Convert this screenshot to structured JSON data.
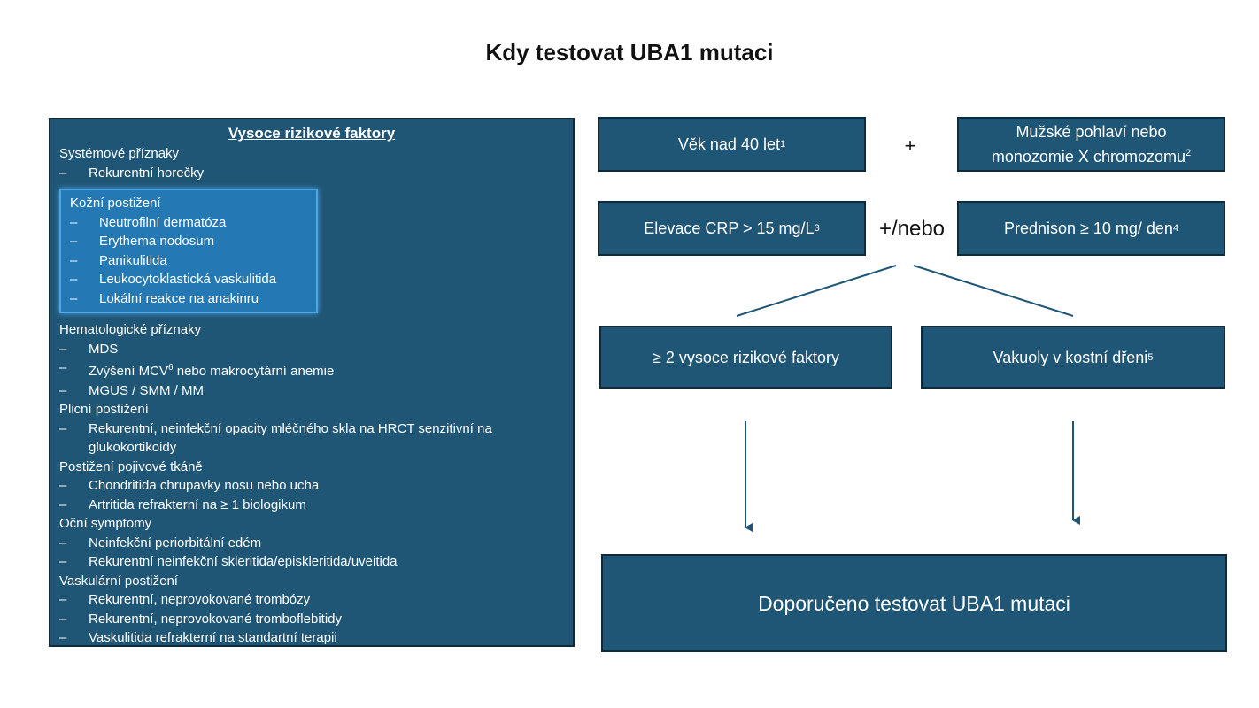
{
  "title": "Kdy testovat UBA1 mutaci",
  "risk_panel": {
    "heading": "Vysoce rizikové faktory",
    "dash": "–",
    "systemic": {
      "label": "Systémové příznaky",
      "items": [
        "Rekurentní horečky"
      ]
    },
    "skin": {
      "label": "Kožní postižení",
      "items": [
        "Neutrofilní dermatóza",
        "Erythema nodosum",
        "Panikulitida",
        "Leukocytoklastická vaskulitida",
        "Lokální reakce na anakinru"
      ]
    },
    "hematologic": {
      "label": "Hematologické příznaky",
      "item1": "MDS",
      "item2_before": "Zvýšení MCV",
      "item2_sup": "6",
      "item2_after": " nebo makrocytární anemie",
      "item3": "MGUS / SMM / MM"
    },
    "pulmonary": {
      "label": "Plicní postižení",
      "items": [
        "Rekurentní, neinfekční opacity mléčného skla na HRCT senzitivní na glukokortikoidy"
      ]
    },
    "connective": {
      "label": "Postižení pojivové tkáně",
      "items": [
        "Chondritida chrupavky nosu nebo ucha",
        "Artritida refrakterní na ≥ 1 biologikum"
      ]
    },
    "ocular": {
      "label": "Oční symptomy",
      "items": [
        "Neinfekční periorbitální edém",
        "Rekurentní neinfekční skleritida/episkleritida/uveitida"
      ]
    },
    "vascular": {
      "label": "Vaskulární postižení",
      "items": [
        "Rekurentní, neprovokované trombózy",
        "Rekurentní, neprovokované tromboflebitidy",
        "Vaskulitida refrakterní na standartní terapii"
      ]
    }
  },
  "flow": {
    "age": {
      "text": "Věk nad 40 let",
      "sup": "1"
    },
    "plus": "+",
    "male": {
      "line1": "Mužské pohlaví nebo",
      "line2": "monozomie X chromozomu",
      "sup": "2"
    },
    "crp": {
      "text": "Elevace CRP > 15 mg/L",
      "sup": "3"
    },
    "and_or": "+/nebo",
    "prednison": {
      "text": "Prednison ≥ 10 mg/ den",
      "sup": "4"
    },
    "two_factors": {
      "text": "≥ 2 vysoce rizikové faktory"
    },
    "vacuoles": {
      "text": "Vakuoly v kostní dřeni",
      "sup": "5"
    },
    "result": {
      "text": "Doporučeno testovat UBA1 mutaci"
    }
  },
  "colors": {
    "box_fill": "#1f5676",
    "box_border": "#0e2b3d",
    "highlight_fill": "#2479b5",
    "highlight_border": "#4ea6e3",
    "line": "#1f5676"
  }
}
